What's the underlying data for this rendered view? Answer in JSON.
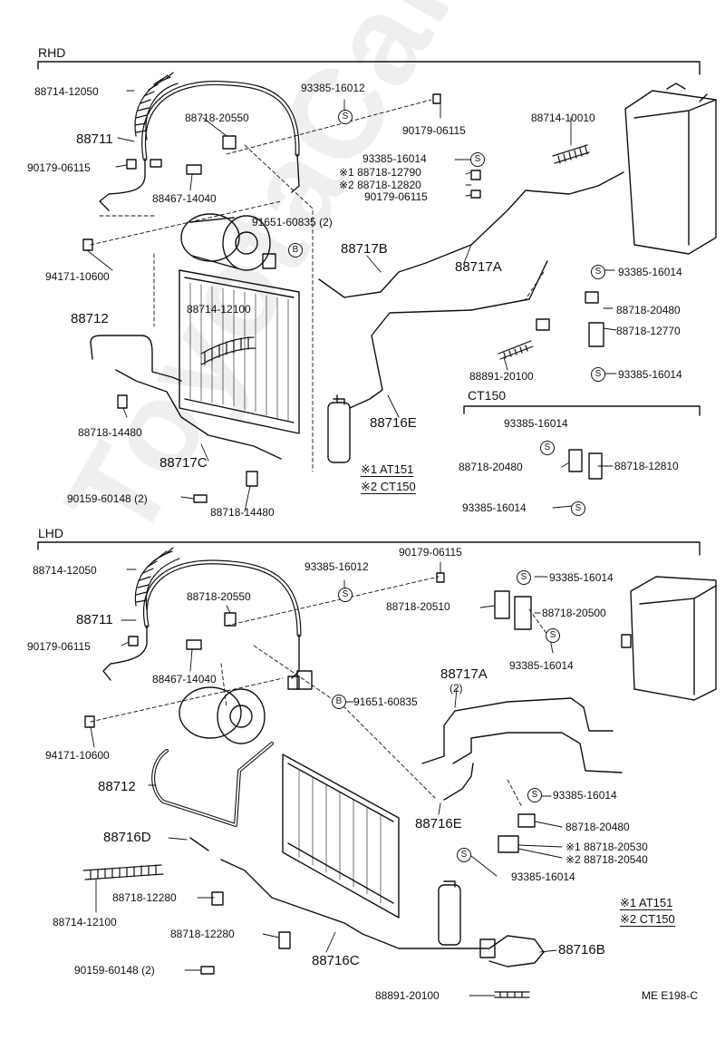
{
  "diagram": {
    "rhd_section": "RHD",
    "lhd_section": "LHD",
    "ct150_section": "CT150",
    "figure_id": "ME E198-C",
    "watermark": "ToyotaCarMaster.ru",
    "notes": {
      "n1": "※1 AT151",
      "n2": "※2 CT150"
    },
    "bolt_symbol": "B",
    "clamp_symbol": "S",
    "rhd": {
      "p88714_12050": "88714-12050",
      "p88711": "88711",
      "p90179_06115_a": "90179-06115",
      "p88718_20550": "88718-20550",
      "p93385_16012": "93385-16012",
      "p90179_06115_b": "90179-06115",
      "p88714_10010": "88714-10010",
      "p88467_14040": "88467-14040",
      "p93385_16014_a": "93385-16014",
      "p88718_12790": "※1 88718-12790",
      "p88718_12820": "※2 88718-12820",
      "p90179_06115_c": "90179-06115",
      "p91651_60835": "91651-60835 (2)",
      "p94171_10600": "94171-10600",
      "p88717B": "88717B",
      "p88717A": "88717A",
      "p93385_16014_b": "93385-16014",
      "p88714_12100": "88714-12100",
      "p88718_20480_a": "88718-20480",
      "p88712": "88712",
      "p88718_12770": "88718-12770",
      "p93385_16014_c": "93385-16014",
      "p88891_20100": "88891-20100",
      "p88718_14480_a": "88718-14480",
      "p88716E": "88716E",
      "p93385_16014_d": "93385-16014",
      "p88718_20480_b": "88718-20480",
      "p88718_12810": "88718-12810",
      "p88717C": "88717C",
      "p93385_16014_e": "93385-16014",
      "p90159_60148": "90159-60148 (2)",
      "p88718_14480_b": "88718-14480"
    },
    "lhd": {
      "p88714_12050": "88714-12050",
      "p90179_06115_a": "90179-06115",
      "p93385_16012": "93385-16012",
      "p93385_16014_a": "93385-16014",
      "p88711": "88711",
      "p88718_20550": "88718-20550",
      "p88718_20510": "88718-20510",
      "p88718_20500": "88718-20500",
      "p90179_06115_b": "90179-06115",
      "p88467_14040": "88467-14040",
      "p93385_16014_b": "93385-16014",
      "p88717A": "88717A",
      "p88717A_qty": "(2)",
      "p91651_60835": "91651-60835",
      "p94171_10600": "94171-10600",
      "p88712": "88712",
      "p93385_16014_c": "93385-16014",
      "p88716E": "88716E",
      "p88718_20480": "88718-20480",
      "p88716D": "88716D",
      "p88718_20530": "※1 88718-20530",
      "p88718_20540": "※2 88718-20540",
      "p93385_16014_d": "93385-16014",
      "p88718_12280_a": "88718-12280",
      "p88714_12100": "88714-12100",
      "p88718_12280_b": "88718-12280",
      "p88716C": "88716C",
      "p88716B": "88716B",
      "p90159_60148": "90159-60148 (2)",
      "p88891_20100": "88891-20100"
    }
  }
}
